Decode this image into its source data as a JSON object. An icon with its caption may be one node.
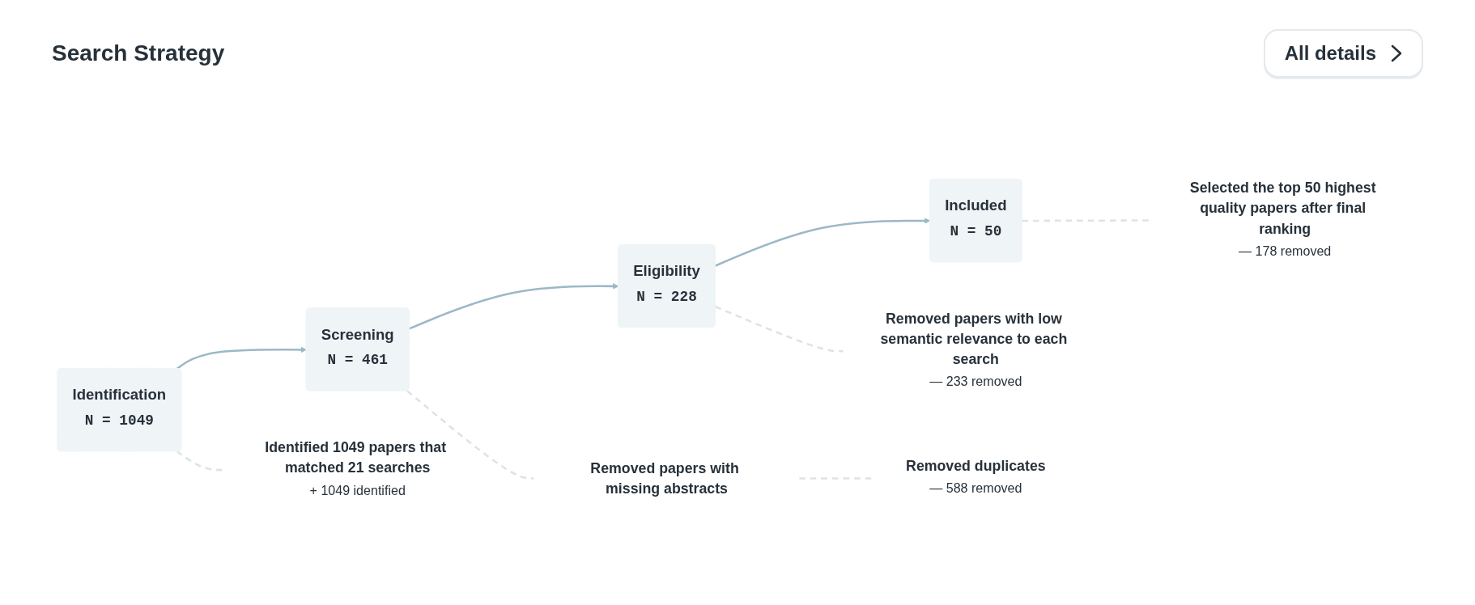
{
  "diagram": {
    "title": "Search Strategy",
    "nodes": [
      {
        "text": [
          "Identification",
          "N = 1049"
        ]
      },
      {
        "text": [
          "Screening",
          "N = 461"
        ]
      },
      {
        "text": [
          "Eligibility",
          "N = 228"
        ]
      },
      {
        "text": [
          "Included",
          "N = 50"
        ]
      },
      {
        "text": [
          "Identified 1049 papers that matched 21 searches",
          "+ 1049 identified"
        ]
      },
      {
        "text": [
          "Removed papers with missing abstracts"
        ]
      },
      {
        "text": [
          "Removed duplicates",
          "— 588 removed"
        ]
      },
      {
        "text": [
          "Removed papers with low semantic relevance to each search",
          "— 233 removed"
        ]
      },
      {
        "text": [
          "Selected the top 50 highest quality papers after final ranking",
          "— 178 removed"
        ]
      }
    ],
    "edges": [
      {
        "from": 0,
        "to": 1,
        "arrow": "to",
        "color": "#9cb8c6"
      },
      {
        "from": 1,
        "to": 2,
        "arrow": "to",
        "color": "#9cb8c6"
      },
      {
        "from": 2,
        "to": 3,
        "arrow": "to",
        "color": "#9cb8c6"
      },
      {
        "from": 0,
        "to": 4,
        "arrow": "none",
        "style": "dashed"
      },
      {
        "from": 1,
        "to": 5,
        "arrow": "none",
        "style": "dashed"
      },
      {
        "from": 5,
        "to": 6,
        "arrow": "none",
        "style": "dashed"
      },
      {
        "from": 2,
        "to": 7,
        "arrow": "none",
        "style": "dashed"
      },
      {
        "from": 3,
        "to": 8,
        "arrow": "none",
        "style": "dashed"
      }
    ],
    "labels": [
      "All details"
    ]
  }
}
